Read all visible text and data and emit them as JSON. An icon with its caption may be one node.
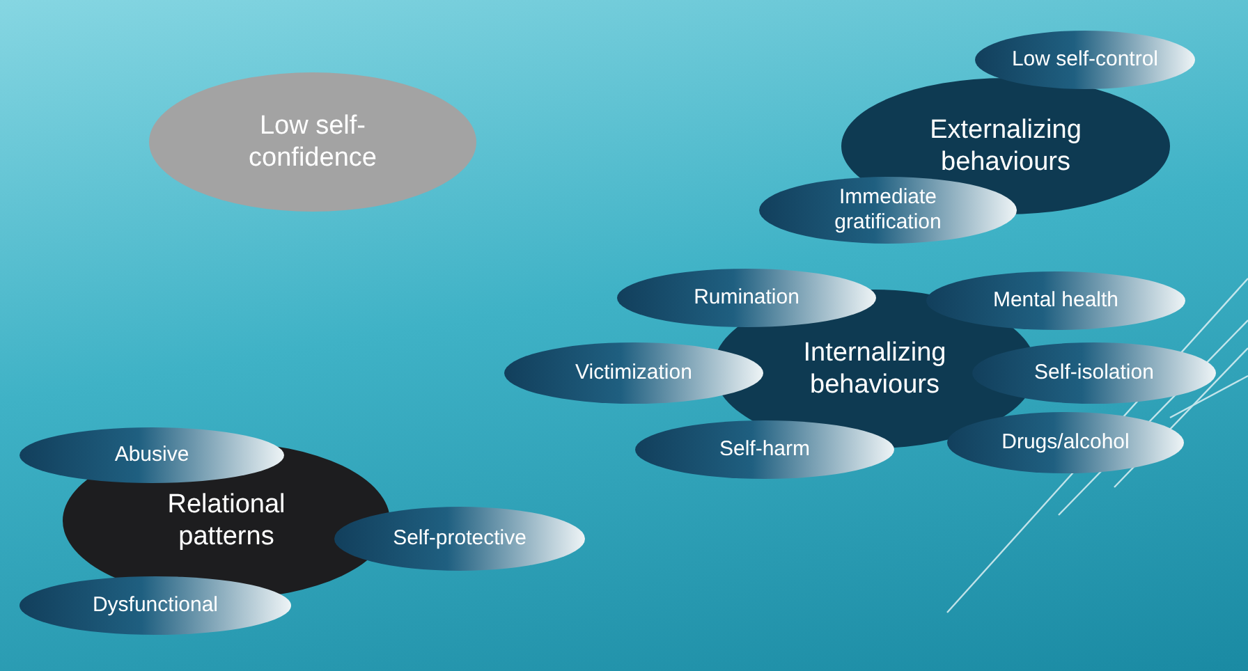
{
  "diagram": {
    "nodes": [
      {
        "text": [
          "Low self-confidence"
        ]
      },
      {
        "text": [
          "Low self-control"
        ]
      },
      {
        "text": [
          "Externalizing behaviours"
        ]
      },
      {
        "text": [
          "Immediate gratification"
        ]
      },
      {
        "text": [
          "Rumination"
        ]
      },
      {
        "text": [
          "Mental health"
        ]
      },
      {
        "text": [
          "Victimization"
        ]
      },
      {
        "text": [
          "Internalizing behaviours"
        ]
      },
      {
        "text": [
          "Self-isolation"
        ]
      },
      {
        "text": [
          "Self-harm"
        ]
      },
      {
        "text": [
          "Drugs/alcohol"
        ]
      },
      {
        "text": [
          "Abusive"
        ]
      },
      {
        "text": [
          "Relational patterns"
        ]
      },
      {
        "text": [
          "Self-protective"
        ]
      },
      {
        "text": [
          "Dysfunctional"
        ]
      }
    ]
  }
}
